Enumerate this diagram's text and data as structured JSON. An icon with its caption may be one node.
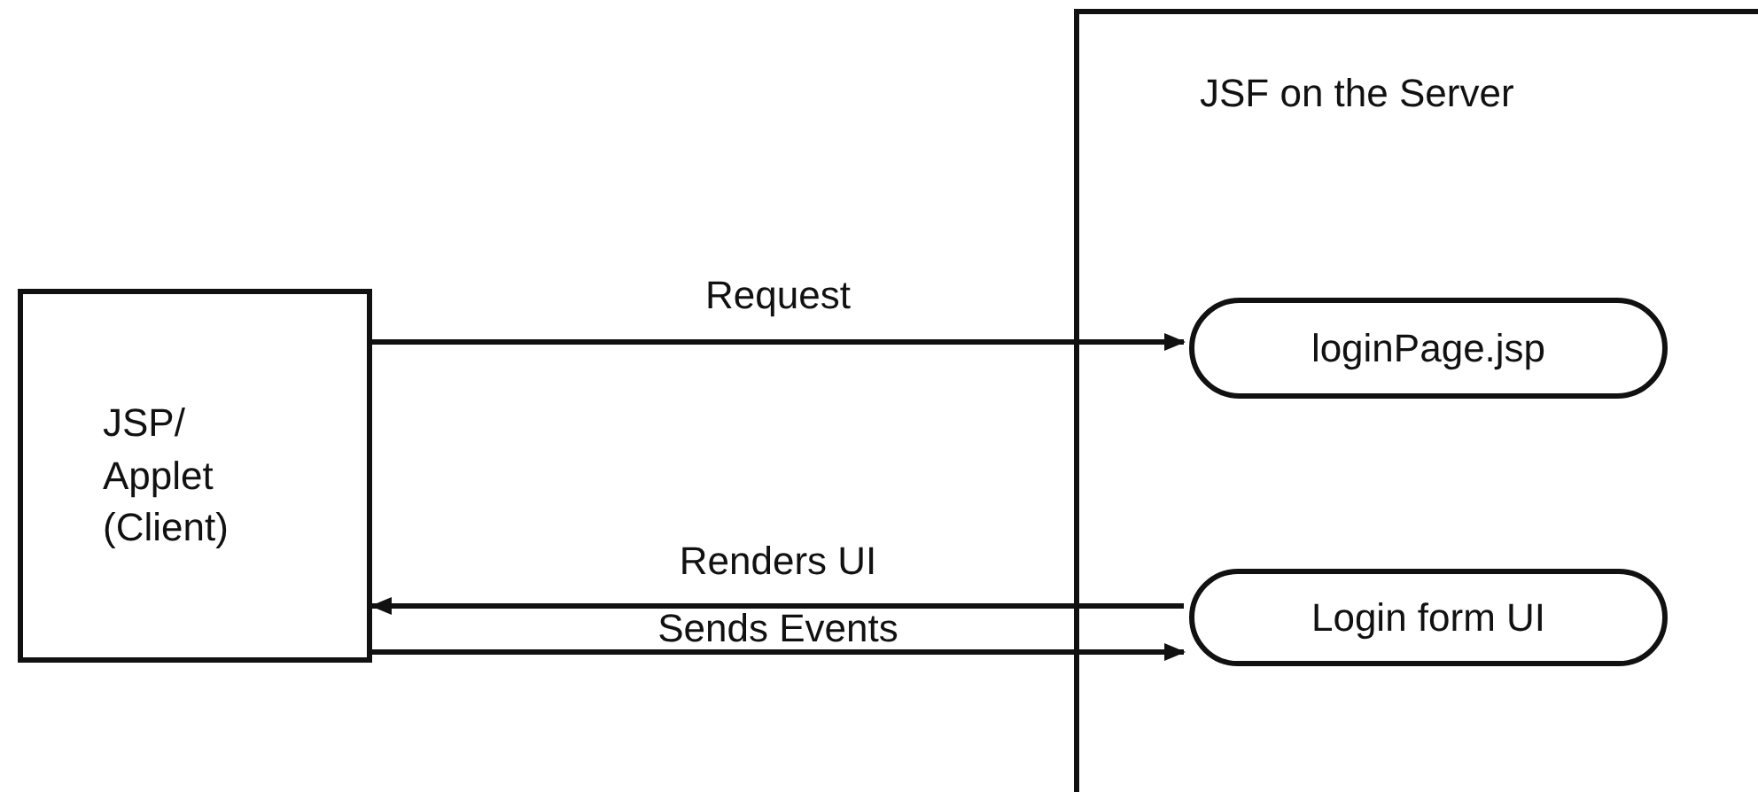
{
  "diagram": {
    "nodes": [
      {
        "text": [
          "JSP/ Applet (Client)"
        ]
      },
      {
        "text": [
          "JSF on the Server"
        ]
      },
      {
        "text": [
          "loginPage.jsp"
        ],
        "in": 1
      },
      {
        "text": [
          "Login form UI"
        ],
        "in": 1
      }
    ],
    "edges": [
      {
        "from": 0,
        "to": 2,
        "arrow": "to",
        "label": "Request"
      },
      {
        "from": 3,
        "to": 0,
        "arrow": "to",
        "label": "Renders UI"
      },
      {
        "from": 0,
        "to": 3,
        "arrow": "to",
        "label": "Sends Events"
      }
    ]
  }
}
